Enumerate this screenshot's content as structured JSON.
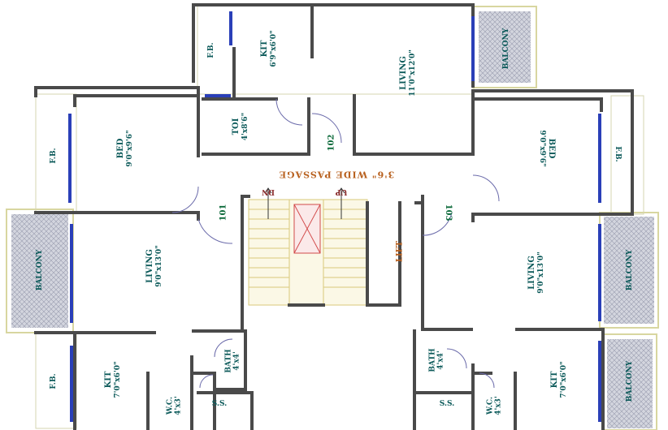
{
  "plan": {
    "flats": {
      "f101": {
        "number": "101",
        "bed": {
          "name": "BED",
          "size": "9'0\"x9'6\""
        },
        "living": {
          "name": "LIVING",
          "size": "9'0\"x13'0\""
        },
        "kit": {
          "name": "KIT",
          "size": "7'0\"x6'0\""
        },
        "bath": {
          "name": "BATH",
          "size": "4'x4'"
        },
        "wc": {
          "name": "W.C.",
          "size": "4'x3'"
        },
        "balcony": "BALCONY",
        "fb_top": "F.B.",
        "fb_bottom": "F.B.",
        "ss": "S.S."
      },
      "f102": {
        "number": "102",
        "living": {
          "name": "LIVING",
          "size": "11'0\"x12'0\""
        },
        "kit": {
          "name": "KIT",
          "size": "6'9\"x6'0\""
        },
        "toi": {
          "name": "TOI",
          "size": "4'x8'6\""
        },
        "balcony": "BALCONY",
        "fb": "F.B."
      },
      "f103": {
        "number": "103",
        "bed": {
          "name": "BED",
          "size": "9'0\"x9'6\""
        },
        "living": {
          "name": "LIVING",
          "size": "9'0\"x13'0\""
        },
        "kit": {
          "name": "KIT",
          "size": "7'0\"x6'0\""
        },
        "bath": {
          "name": "BATH",
          "size": "4'x4'"
        },
        "wc": {
          "name": "W.C.",
          "size": "4'x3'"
        },
        "balcony_mid": "BALCONY",
        "balcony_bottom": "BALCONY",
        "fb": "F.B.",
        "ss": "S.S."
      }
    },
    "core": {
      "passage": "3'6\" WIDE PASSAGE",
      "dn": "DN",
      "up": "UP",
      "lift": "LIFT"
    },
    "colors": {
      "wall": "#4a4a4a",
      "window": "#2a3fb8",
      "balcony_fill": "#c9ccd6",
      "balcony_edge": "#d8d6a0",
      "stair": "#d9c97a",
      "lift_cross": "#d24a4a",
      "label": "#0c5a5a",
      "accent": "#b8601e"
    }
  }
}
